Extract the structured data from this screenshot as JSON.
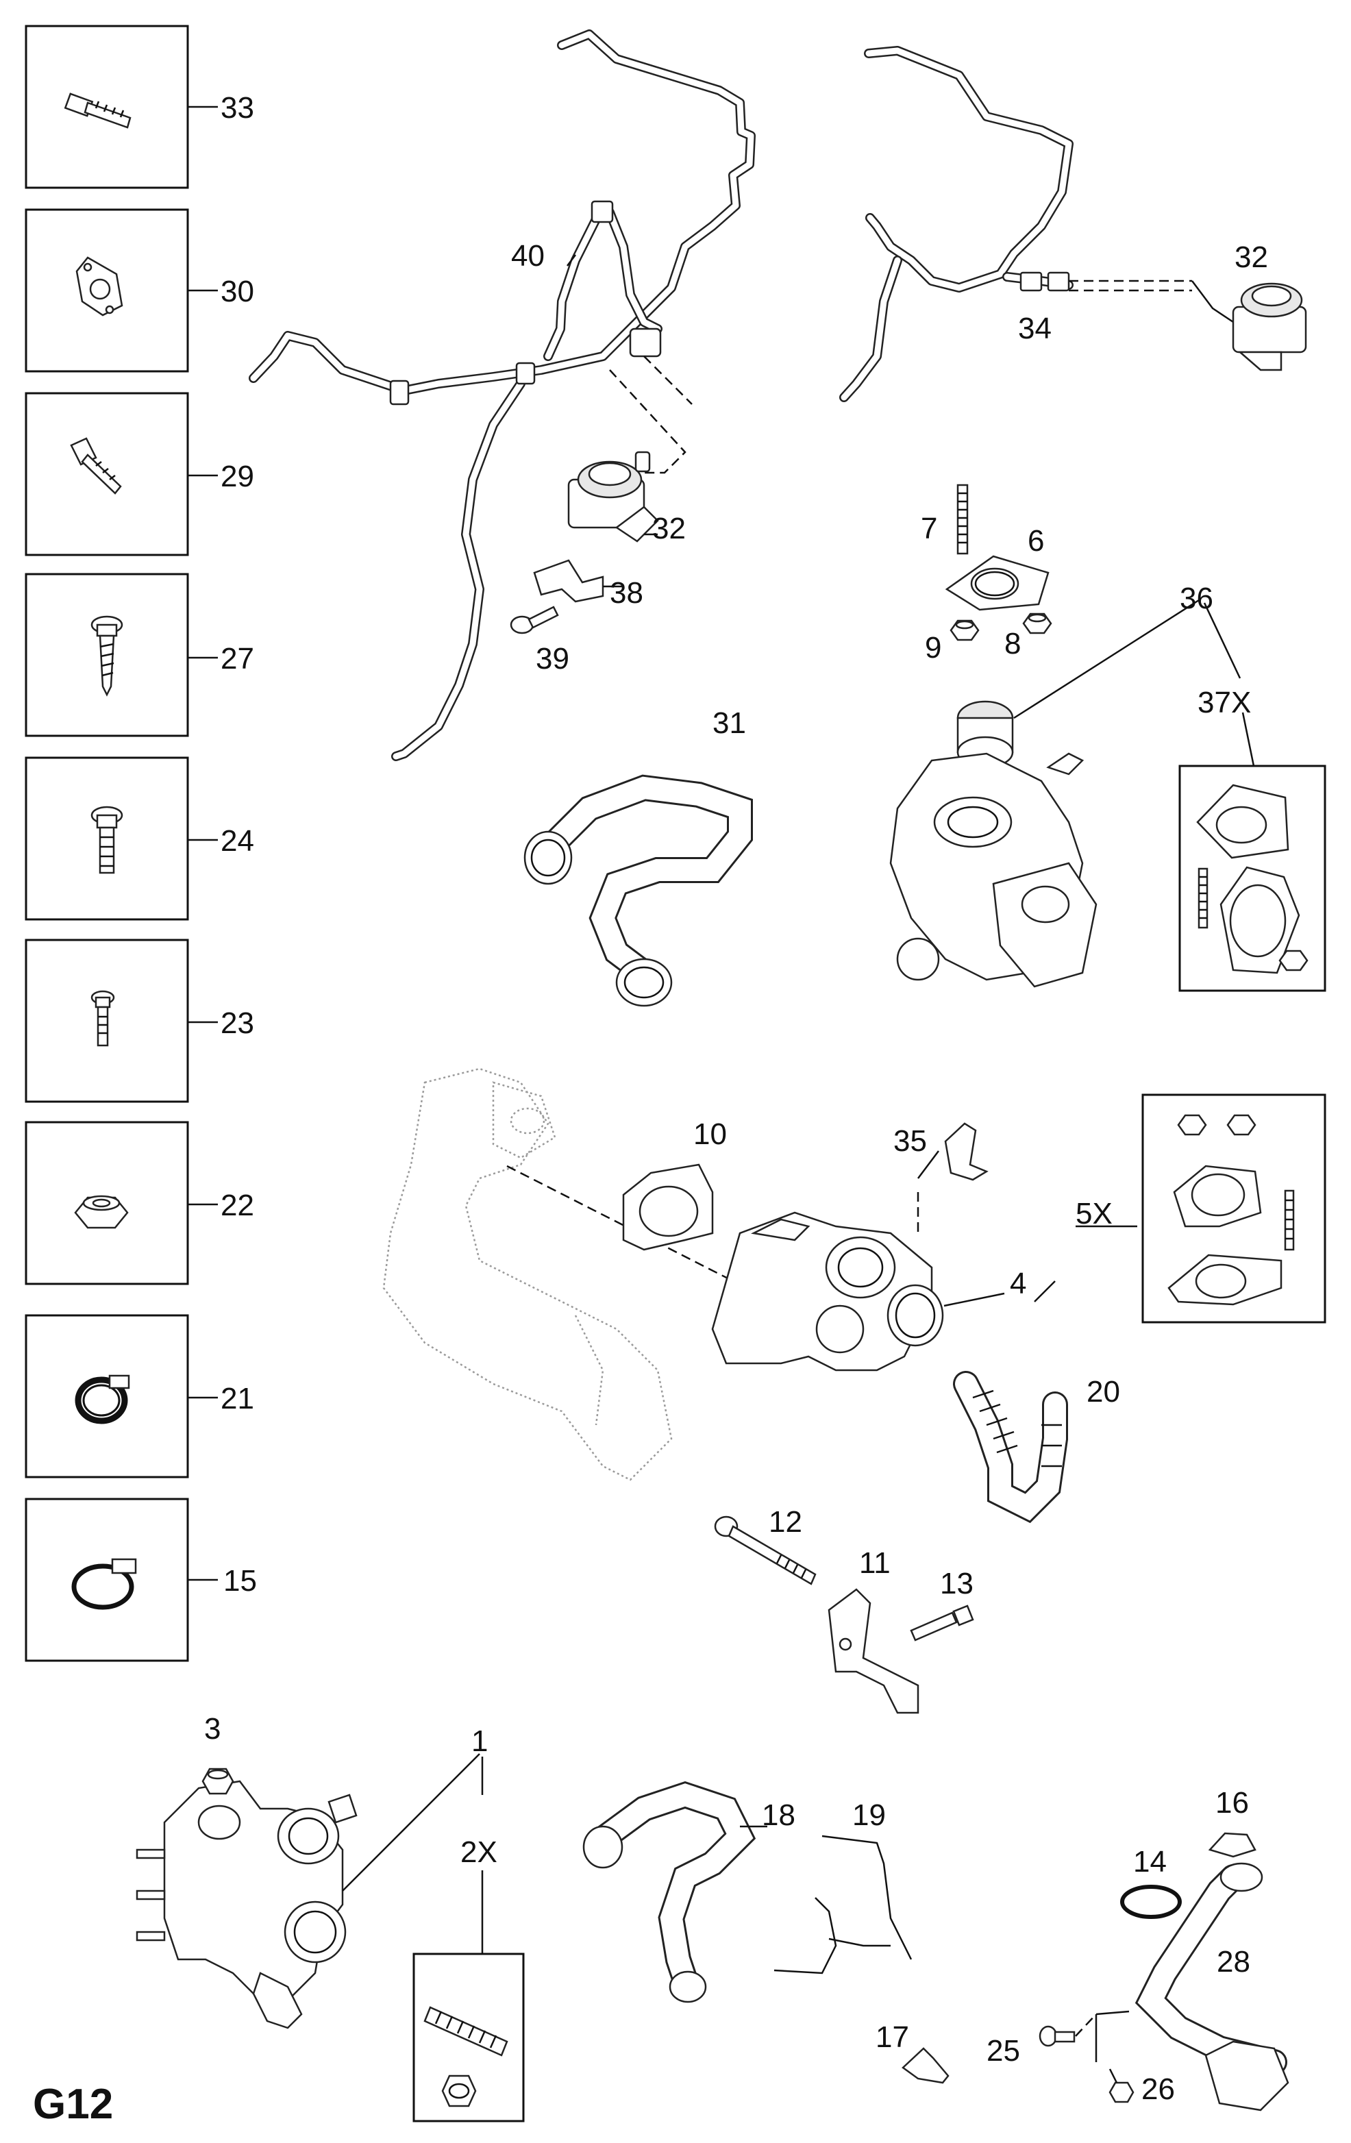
{
  "sheet_label": "G12",
  "callouts": {
    "c1": "1",
    "c2x": "2X",
    "c3": "3",
    "c4": "4",
    "c5x": "5X",
    "c6": "6",
    "c7": "7",
    "c8": "8",
    "c9": "9",
    "c10": "10",
    "c11": "11",
    "c12": "12",
    "c13": "13",
    "c14": "14",
    "c15": "15",
    "c16": "16",
    "c17": "17",
    "c18": "18",
    "c19": "19",
    "c20": "20",
    "c21": "21",
    "c22": "22",
    "c23": "23",
    "c24": "24",
    "c25": "25",
    "c26": "26",
    "c27": "27",
    "c28": "28",
    "c29": "29",
    "c30": "30",
    "c31": "31",
    "c32a": "32",
    "c32b": "32",
    "c33": "33",
    "c34": "34",
    "c35": "35",
    "c36": "36",
    "c37x": "37X",
    "c38": "38",
    "c39": "39",
    "c40": "40"
  }
}
